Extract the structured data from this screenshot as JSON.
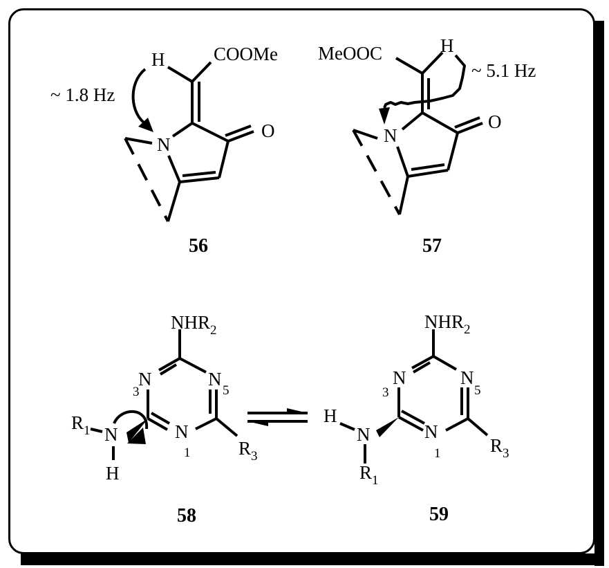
{
  "figure": {
    "compounds": [
      {
        "id": "56",
        "label": "56",
        "substituents": {
          "ester": "COOMe",
          "vinyl_h": "H",
          "ketone_o": "O",
          "ring_n": "N"
        },
        "coupling": {
          "text": "~ 1.8 Hz",
          "from": "H",
          "to": "N"
        }
      },
      {
        "id": "57",
        "label": "57",
        "substituents": {
          "ester": "MeOOC",
          "vinyl_h": "H",
          "ketone_o": "O",
          "ring_n": "N"
        },
        "coupling": {
          "text": "~ 5.1 Hz",
          "from": "H",
          "to": "N"
        }
      },
      {
        "id": "58",
        "label": "58",
        "atoms": {
          "top": "NHR",
          "top_sub": "2",
          "n3": "N",
          "n3_num": "3",
          "n5": "N",
          "n5_num": "5",
          "n1": "N",
          "n1_num": "1",
          "r1": "R",
          "r1_sub": "1",
          "amine_n": "N",
          "amine_h": "H",
          "r3": "R",
          "r3_sub": "3"
        }
      },
      {
        "id": "59",
        "label": "59",
        "atoms": {
          "top": "NHR",
          "top_sub": "2",
          "n3": "N",
          "n3_num": "3",
          "n5": "N",
          "n5_num": "5",
          "n1": "N",
          "n1_num": "1",
          "amine_h": "H",
          "amine_n": "N",
          "r1": "R",
          "r1_sub": "1",
          "r3": "R",
          "r3_sub": "3"
        }
      }
    ],
    "equilibrium_arrow": "58 ⇌ 59"
  }
}
